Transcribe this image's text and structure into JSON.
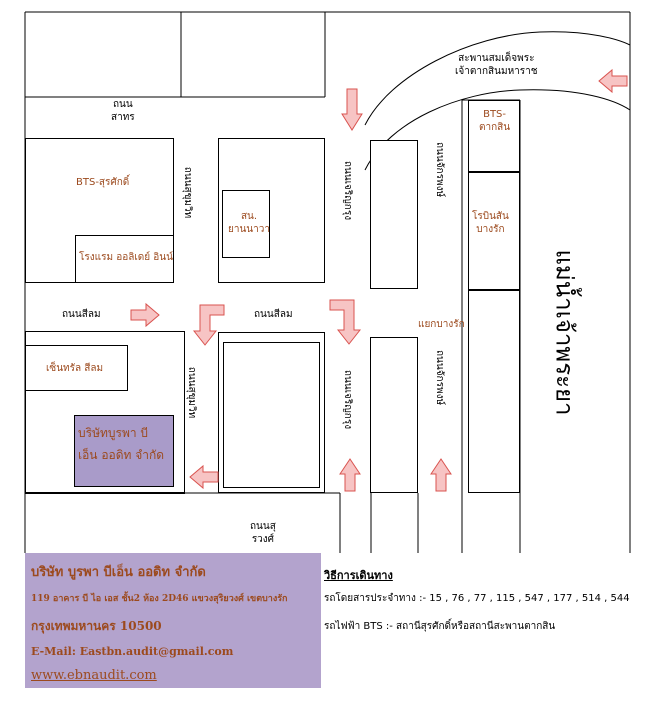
{
  "map": {
    "roads": {
      "sathorn": "ถนน\nสาทร",
      "silom_left": "ถนนสีลม",
      "silom_center": "ถนนสีลม",
      "surawong": "ถนนสุ\nรวงศ์",
      "sukhumvit_soi_left": "ถนนสุขุมวิท",
      "chaiyapruek": "ถนนเจริญกรุง",
      "charoenkrung_lower": "ถนนเจริญกรุง",
      "right_lane_upper": "ถนนจักรพงษ์",
      "right_lane_lower": "ถนนจักรพงษ์",
      "bridge": "สะพานสมเด็จพระ\nเจ้าตากสินมหาราช"
    },
    "places": {
      "bts_surasak": "BTS-สุรศักดิ์",
      "hotel": "โรงแรม ออลิเดย์ อินน์",
      "school": "สน.\nยานนาวา",
      "central_silom": "เซ็นทรัล สีลม",
      "company_box": "บริษัทบูรพา บี\nเอ็น ออดิท จำกัด",
      "bts_taksin": "BTS-\nตากสิน",
      "robinson": "โรบินสัน\nบางรัก",
      "bangrak_junction": "แยกบางรัก",
      "river": "แม่น้ำเจ้าพระยา"
    }
  },
  "info": {
    "company_name": "บริษัท  บูรพา บีเอ็น ออดิท จำกัด",
    "address": "119 อาคาร บี ไอ เอส ชั้น2 ห้อง 2D46 แขวงสุริยวงศ์ เขตบางรัก",
    "city": "กรุงเทพมหานคร 10500",
    "email": "E-Mail: Eastbn.audit@gmail.com",
    "website": "www.ebnaudit.com"
  },
  "directions": {
    "heading": "วิธีการเดินทาง",
    "bus": "รถโดยสารประจำทาง :-   15 , 76 , 77 , 115 , 547 , 177 , 514 , 544",
    "bts": "รถไฟฟ้า BTS  :- สถานีสุรศักดิ์หรือสถานีสะพานตากสิน"
  },
  "colors": {
    "arrow_fill": "#f7c4c4",
    "arrow_stroke": "#d9534f",
    "info_bg": "#b3a3cd",
    "company_box_bg": "#a99bc9",
    "brown_text": "#9c4a1e"
  }
}
